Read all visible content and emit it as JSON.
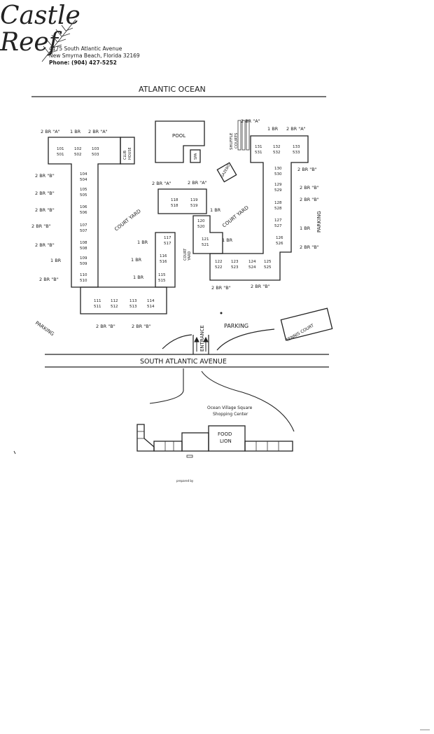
{
  "header": {
    "logo_line1": "Castle",
    "logo_line2": "Reef",
    "address": "4175 South Atlantic Avenue",
    "city": "New Smyrna Beach, Florida 32169",
    "phone": "Phone: (904) 427-5252"
  },
  "labels": {
    "ocean": "ATLANTIC OCEAN",
    "pool": "POOL",
    "shuffle1": "SHUFFLE",
    "shuffle2": "COURTS",
    "club1": "CLUB",
    "club2": "HOUSE",
    "gazebo": "GAZEBO",
    "spa": "SPA",
    "courtyard": "COURT YARD",
    "court_walk1": "COURT",
    "court_walk2": "YARD",
    "parking": "PARKING",
    "tennis": "TENNIS COURT",
    "entrance": "ENTRANCE",
    "avenue": "SOUTH ATLANTIC AVENUE",
    "shopping1": "Ocean Village Square",
    "shopping2": "Shopping Center",
    "food1": "FOOD",
    "food2": "LION",
    "footer_scrawl": "prepared by"
  },
  "unit_types": {
    "2a": "2 BR \"A\"",
    "2b": "2 BR \"B\"",
    "1br": "1 BR"
  },
  "units": {
    "u101": [
      "101",
      "501"
    ],
    "u102": [
      "102",
      "502"
    ],
    "u103": [
      "103",
      "503"
    ],
    "u104": [
      "104",
      "504"
    ],
    "u105": [
      "105",
      "505"
    ],
    "u106": [
      "106",
      "506"
    ],
    "u107": [
      "107",
      "507"
    ],
    "u108": [
      "108",
      "508"
    ],
    "u109": [
      "109",
      "509"
    ],
    "u110": [
      "110",
      "510"
    ],
    "u111": [
      "111",
      "511"
    ],
    "u112": [
      "112",
      "512"
    ],
    "u113": [
      "113",
      "513"
    ],
    "u114": [
      "114",
      "514"
    ],
    "u115": [
      "115",
      "515"
    ],
    "u116": [
      "116",
      "516"
    ],
    "u117": [
      "117",
      "517"
    ],
    "u118": [
      "118",
      "518"
    ],
    "u119": [
      "119",
      "519"
    ],
    "u120": [
      "120",
      "520"
    ],
    "u121": [
      "121",
      "521"
    ],
    "u122": [
      "122",
      "522"
    ],
    "u123": [
      "123",
      "523"
    ],
    "u124": [
      "124",
      "524"
    ],
    "u125": [
      "125",
      "525"
    ],
    "u126": [
      "126",
      "526"
    ],
    "u127": [
      "127",
      "527"
    ],
    "u128": [
      "128",
      "528"
    ],
    "u129": [
      "129",
      "529"
    ],
    "u130": [
      "130",
      "530"
    ],
    "u131": [
      "131",
      "531"
    ],
    "u132": [
      "132",
      "532"
    ],
    "u133": [
      "133",
      "533"
    ]
  }
}
